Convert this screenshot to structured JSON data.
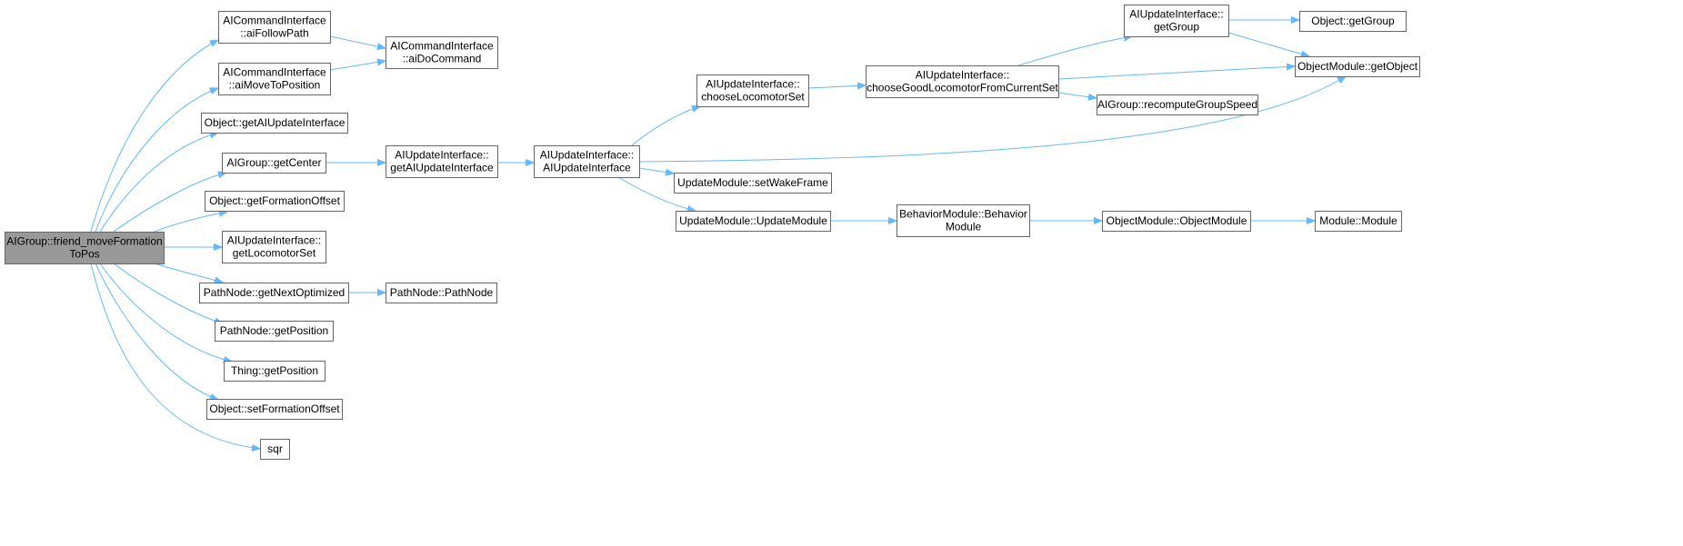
{
  "diagram": {
    "nodes": [
      {
        "id": "root",
        "lines": [
          "AIGroup::friend_moveFormation",
          "ToPos"
        ],
        "root": true
      },
      {
        "id": "aiFollowPath",
        "lines": [
          "AICommandInterface",
          "::aiFollowPath"
        ]
      },
      {
        "id": "aiMoveToPosition",
        "lines": [
          "AICommandInterface",
          "::aiMoveToPosition"
        ]
      },
      {
        "id": "aiDoCommand",
        "lines": [
          "AICommandInterface",
          "::aiDoCommand"
        ]
      },
      {
        "id": "objGetAIUpdateInterface",
        "lines": [
          "Object::getAIUpdateInterface"
        ]
      },
      {
        "id": "getCenter",
        "lines": [
          "AIGroup::getCenter"
        ]
      },
      {
        "id": "getFormationOffset",
        "lines": [
          "Object::getFormationOffset"
        ]
      },
      {
        "id": "getLocomotorSet",
        "lines": [
          "AIUpdateInterface::",
          "getLocomotorSet"
        ]
      },
      {
        "id": "getNextOptimized",
        "lines": [
          "PathNode::getNextOptimized"
        ]
      },
      {
        "id": "pathNodeCtor",
        "lines": [
          "PathNode::PathNode"
        ]
      },
      {
        "id": "pathNodeGetPosition",
        "lines": [
          "PathNode::getPosition"
        ]
      },
      {
        "id": "thingGetPosition",
        "lines": [
          "Thing::getPosition"
        ]
      },
      {
        "id": "setFormationOffset",
        "lines": [
          "Object::setFormationOffset"
        ]
      },
      {
        "id": "sqr",
        "lines": [
          "sqr"
        ]
      },
      {
        "id": "getAIUpdateInterface2",
        "lines": [
          "AIUpdateInterface::",
          "getAIUpdateInterface"
        ]
      },
      {
        "id": "aiUpdateCtor",
        "lines": [
          "AIUpdateInterface::",
          "AIUpdateInterface"
        ]
      },
      {
        "id": "chooseLocomotorSet",
        "lines": [
          "AIUpdateInterface::",
          "chooseLocomotorSet"
        ]
      },
      {
        "id": "chooseGood",
        "lines": [
          "AIUpdateInterface::",
          "chooseGoodLocomotorFromCurrentSet"
        ]
      },
      {
        "id": "aiGetGroup",
        "lines": [
          "AIUpdateInterface::",
          "getGroup"
        ]
      },
      {
        "id": "objGetGroup",
        "lines": [
          "Object::getGroup"
        ]
      },
      {
        "id": "getObject",
        "lines": [
          "ObjectModule::getObject"
        ]
      },
      {
        "id": "recompute",
        "lines": [
          "AIGroup::recomputeGroupSpeed"
        ]
      },
      {
        "id": "setWakeFrame",
        "lines": [
          "UpdateModule::setWakeFrame"
        ]
      },
      {
        "id": "updateModuleCtor",
        "lines": [
          "UpdateModule::UpdateModule"
        ]
      },
      {
        "id": "behaviorCtor",
        "lines": [
          "BehaviorModule::Behavior",
          "Module"
        ]
      },
      {
        "id": "objectModuleCtor",
        "lines": [
          "ObjectModule::ObjectModule"
        ]
      },
      {
        "id": "moduleCtor",
        "lines": [
          "Module::Module"
        ]
      }
    ],
    "edges": [
      [
        "root",
        "aiFollowPath"
      ],
      [
        "root",
        "aiMoveToPosition"
      ],
      [
        "root",
        "objGetAIUpdateInterface"
      ],
      [
        "root",
        "getCenter"
      ],
      [
        "root",
        "getFormationOffset"
      ],
      [
        "root",
        "getLocomotorSet"
      ],
      [
        "root",
        "getNextOptimized"
      ],
      [
        "root",
        "pathNodeGetPosition"
      ],
      [
        "root",
        "thingGetPosition"
      ],
      [
        "root",
        "setFormationOffset"
      ],
      [
        "root",
        "sqr"
      ],
      [
        "aiFollowPath",
        "aiDoCommand"
      ],
      [
        "aiMoveToPosition",
        "aiDoCommand"
      ],
      [
        "getCenter",
        "getAIUpdateInterface2"
      ],
      [
        "getAIUpdateInterface2",
        "aiUpdateCtor"
      ],
      [
        "getNextOptimized",
        "pathNodeCtor"
      ],
      [
        "aiUpdateCtor",
        "chooseLocomotorSet"
      ],
      [
        "aiUpdateCtor",
        "getObject"
      ],
      [
        "aiUpdateCtor",
        "setWakeFrame"
      ],
      [
        "aiUpdateCtor",
        "updateModuleCtor"
      ],
      [
        "chooseLocomotorSet",
        "chooseGood"
      ],
      [
        "chooseGood",
        "aiGetGroup"
      ],
      [
        "chooseGood",
        "getObject"
      ],
      [
        "chooseGood",
        "recompute"
      ],
      [
        "aiGetGroup",
        "objGetGroup"
      ],
      [
        "aiGetGroup",
        "getObject"
      ],
      [
        "updateModuleCtor",
        "behaviorCtor"
      ],
      [
        "behaviorCtor",
        "objectModuleCtor"
      ],
      [
        "objectModuleCtor",
        "moduleCtor"
      ]
    ]
  },
  "colors": {
    "edge": "#63b8ff",
    "node_border": "#666666",
    "root_fill": "#999999",
    "node_fill": "#ffffff"
  }
}
